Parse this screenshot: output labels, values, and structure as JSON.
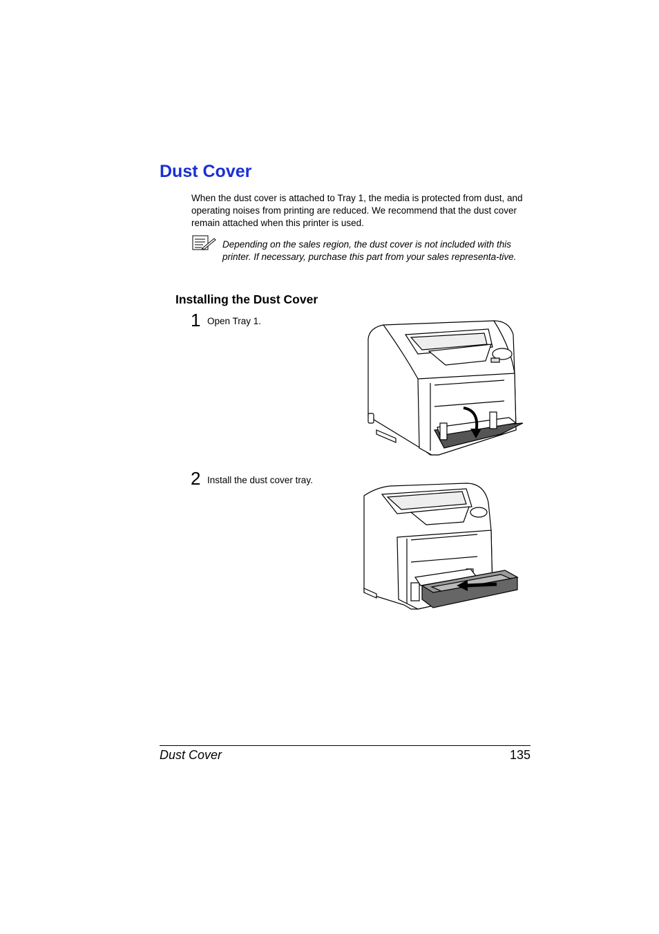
{
  "section": {
    "title": "Dust Cover",
    "intro": "When the dust cover is attached to Tray 1, the media is protected from dust, and operating noises from printing are reduced. We recommend that the dust cover remain attached when this printer is used.",
    "note": "Depending on the sales region, the dust cover is not included with this printer. If necessary, purchase this part from your sales representa-tive."
  },
  "subsection": {
    "title": "Installing the Dust Cover",
    "steps": [
      {
        "number": "1",
        "text": "Open Tray 1."
      },
      {
        "number": "2",
        "text": "Install the dust cover tray."
      }
    ]
  },
  "footer": {
    "title": "Dust Cover",
    "page": "135"
  }
}
